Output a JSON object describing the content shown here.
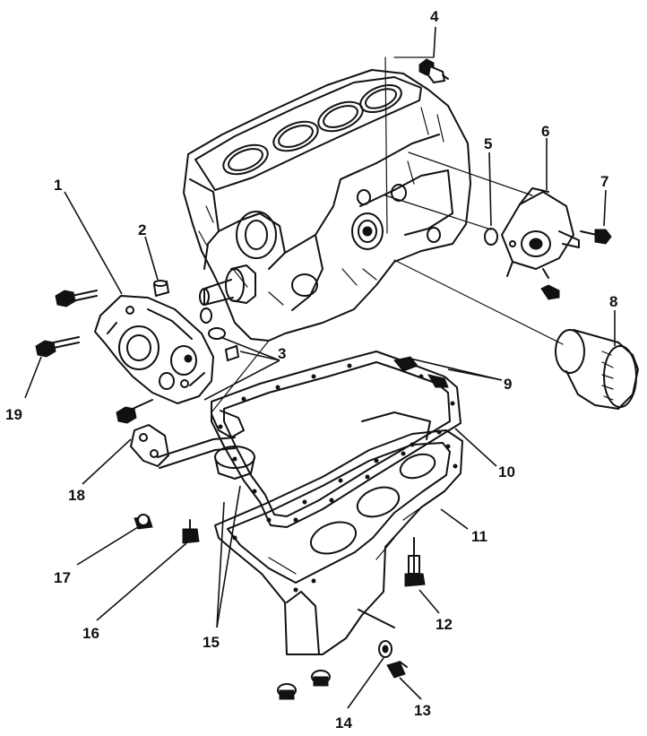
{
  "callouts": {
    "c1": "1",
    "c2": "2",
    "c3": "3",
    "c4": "4",
    "c5": "5",
    "c6": "6",
    "c7": "7",
    "c8": "8",
    "c9": "9",
    "c10": "10",
    "c11": "11",
    "c12": "12",
    "c13": "13",
    "c14": "14",
    "c15": "15",
    "c16": "16",
    "c17": "17",
    "c18": "18",
    "c19": "19"
  },
  "colors": {
    "ink": "#111111",
    "paper": "#ffffff"
  }
}
